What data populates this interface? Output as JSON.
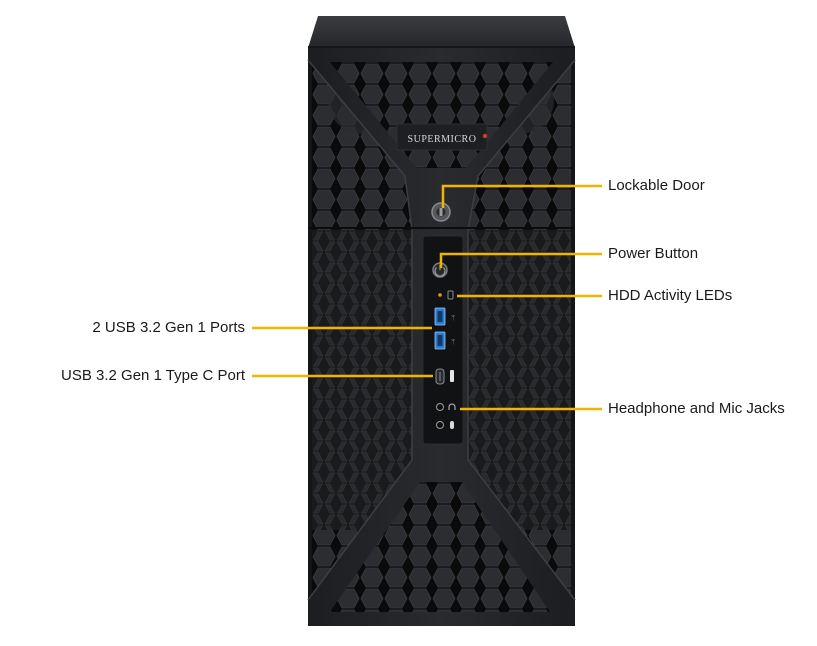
{
  "brand": {
    "logo_text": "SUPERMICRO"
  },
  "colors": {
    "callout_line": "#f2b400",
    "chassis": "#1b1c1e",
    "usb_blue": "#2a7fd4"
  },
  "callouts": {
    "lockable_door": "Lockable Door",
    "power_button": "Power Button",
    "hdd_activity_leds": "HDD Activity LEDs",
    "usb_ports": "2 USB 3.2 Gen 1 Ports",
    "usb_type_c": "USB 3.2 Gen 1 Type C Port",
    "audio_jacks": "Headphone and Mic Jacks"
  },
  "icons": {
    "lock": "lock-icon",
    "power": "power-icon",
    "hdd_led": "hdd-led-icon",
    "usb": "usb-icon",
    "audio": "headphone-icon"
  }
}
